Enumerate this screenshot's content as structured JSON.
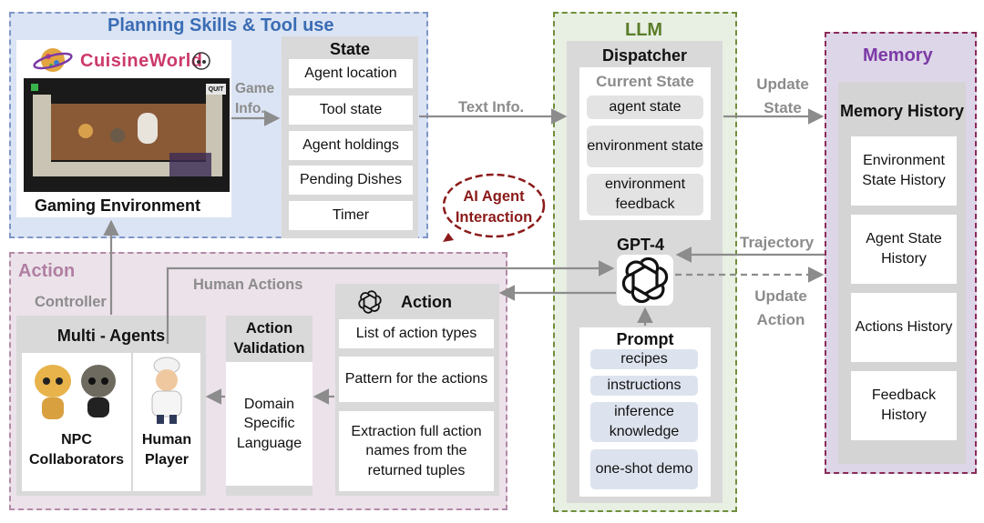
{
  "planning": {
    "title": "Planning Skills & Tool use",
    "game_logo": "CuisineWorld",
    "quit_button": "QUIT",
    "gaming_env_label": "Gaming Environment",
    "game_info_label": "Game Info.",
    "state_title": "State",
    "state_items": [
      "Agent location",
      "Tool state",
      "Agent holdings",
      "Pending Dishes",
      "Timer"
    ]
  },
  "text_info_label": "Text Info.",
  "ai_agent_interaction": "AI Agent Interaction",
  "llm": {
    "title": "LLM",
    "dispatcher_title": "Dispatcher",
    "current_state_title": "Current State",
    "current_state_items": [
      "agent state",
      "environment state",
      "environment feedback"
    ],
    "gpt_label": "GPT-4",
    "prompt_title": "Prompt",
    "prompt_items": [
      "recipes",
      "instructions",
      "inference knowledge",
      "one-shot demo"
    ]
  },
  "memory": {
    "title": "Memory",
    "history_title": "Memory History",
    "items": [
      "Environment State History",
      "Agent State History",
      "Actions History",
      "Feedback History"
    ]
  },
  "update_state_label": "Update State",
  "trajectory_label": "Trajectory",
  "update_action_label": "Update Action",
  "action_region": {
    "title": "Action",
    "controller_label": "Controller",
    "human_actions_label": "Human Actions",
    "multi_agents_title": "Multi - Agents",
    "npc_label": "NPC Collaborators",
    "human_label": "Human Player",
    "validation_title": "Action Validation",
    "dsl_label": "Domain Specific Language",
    "action_box_title": "Action",
    "action_items": [
      "List of action types",
      "Pattern for the actions",
      "Extraction full action names from the returned tuples"
    ]
  },
  "colors": {
    "planning_title": "#3a6cb4",
    "llm_title": "#5a7d2a",
    "memory_title": "#7b3aa5",
    "action_title": "#b07fa2",
    "ai_agent": "#8b1a1a",
    "arrow": "#8c8c8c"
  }
}
